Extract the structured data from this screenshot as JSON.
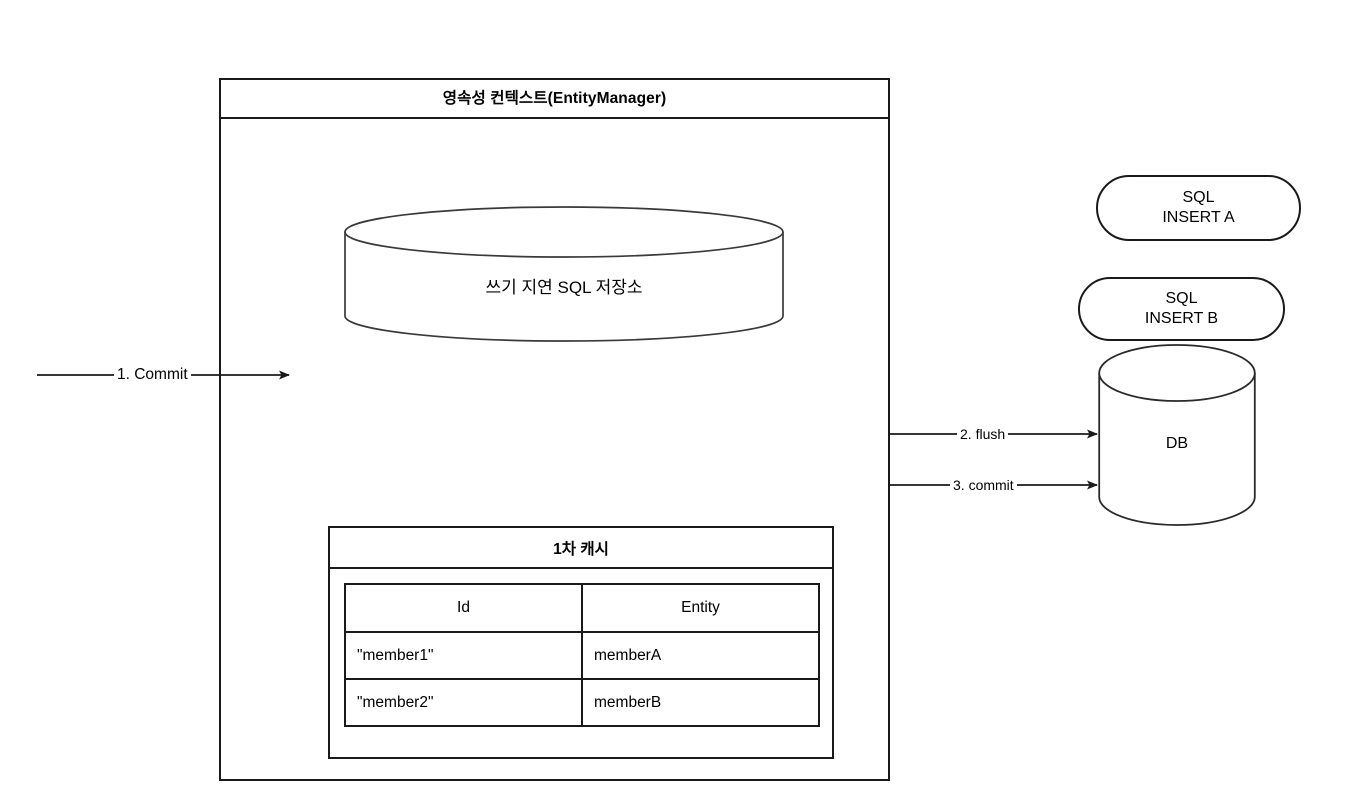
{
  "diagram": {
    "title": "JPA persistence context flush and commit flow",
    "background_color": "#ffffff",
    "stroke_color": "#1a1a1a"
  },
  "persistence_context": {
    "header_label": "영속성 컨텍스트(EntityManager)",
    "sql_store": {
      "label": "쓰기  지연 SQL 저장소",
      "shape": "cylinder"
    },
    "first_level_cache": {
      "title": "1차 캐시",
      "columns": [
        "Id",
        "Entity"
      ],
      "rows": [
        {
          "id": "\"member1\"",
          "entity": "memberA"
        },
        {
          "id": "\"member2\"",
          "entity": "memberB"
        }
      ]
    }
  },
  "sql_statements": [
    {
      "line1": "SQL",
      "line2": "INSERT A"
    },
    {
      "line1": "SQL",
      "line2": "INSERT B"
    }
  ],
  "database": {
    "label": "DB",
    "shape": "cylinder"
  },
  "arrows": [
    {
      "label": "1. Commit",
      "from": "external",
      "to": "persistence-context"
    },
    {
      "label": "2. flush",
      "from": "persistence-context",
      "to": "database"
    },
    {
      "label": "3. commit",
      "from": "persistence-context",
      "to": "database"
    }
  ]
}
